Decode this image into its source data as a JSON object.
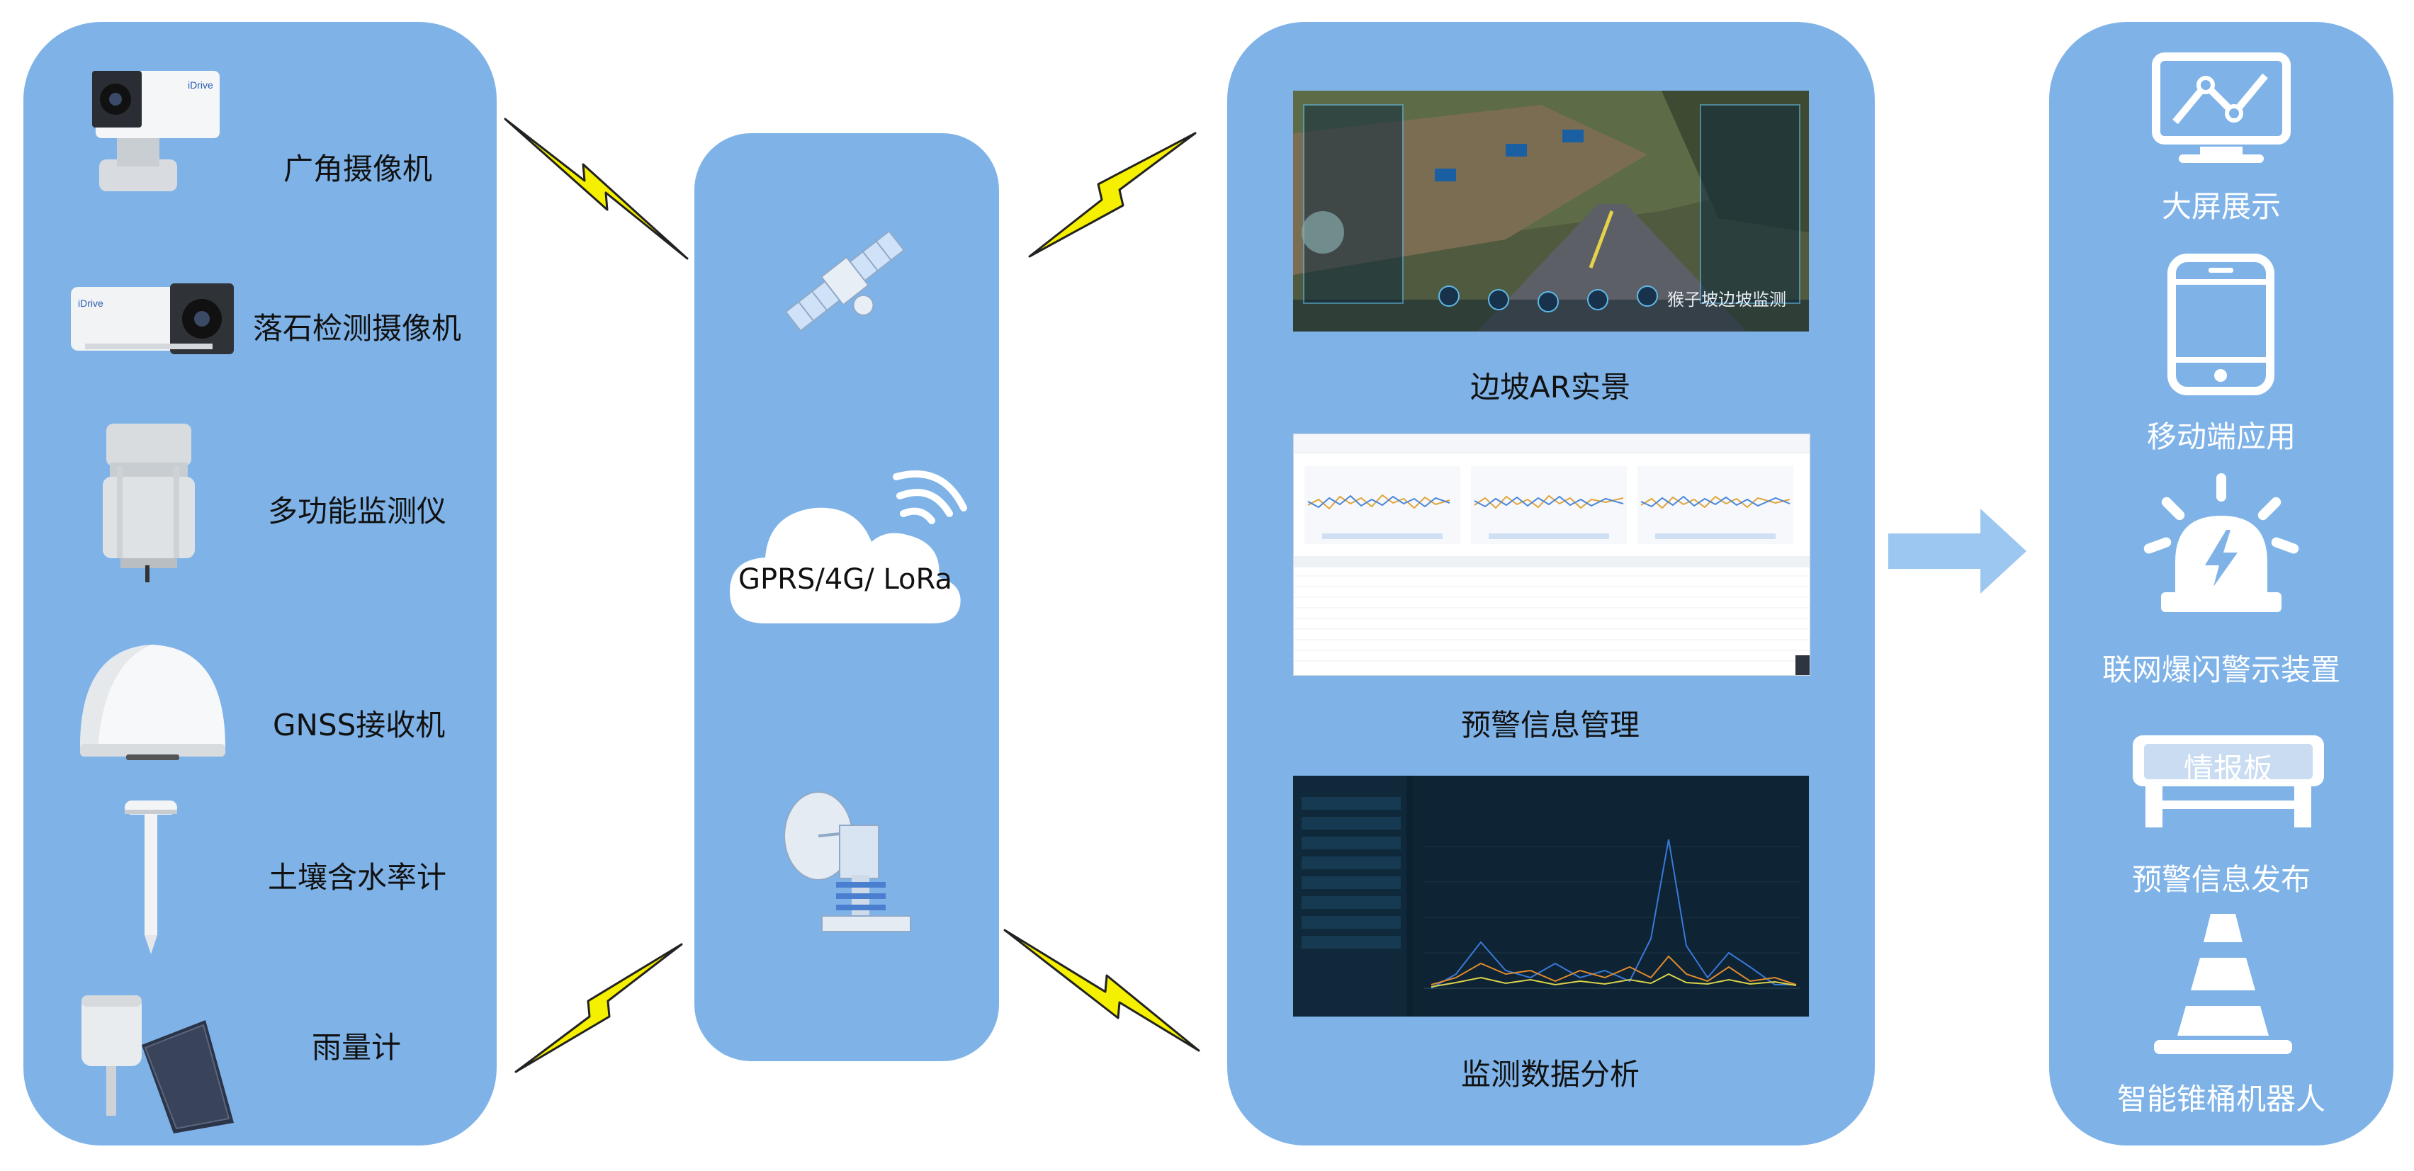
{
  "sensors": [
    {
      "icon": "wide-angle-camera-icon",
      "label": "广角摄像机"
    },
    {
      "icon": "rockfall-camera-icon",
      "label": "落石检测摄像机"
    },
    {
      "icon": "multi-function-monitor-icon",
      "label": "多功能监测仪"
    },
    {
      "icon": "gnss-receiver-icon",
      "label": "GNSS接收机"
    },
    {
      "icon": "soil-moisture-meter-icon",
      "label": "土壤含水率计"
    },
    {
      "icon": "rain-gauge-icon",
      "label": "雨量计"
    }
  ],
  "network": {
    "cloud_label": "GPRS/4G/ LoRa",
    "icons": [
      "satellite-icon",
      "cloud-wifi-icon",
      "satellite-dish-icon"
    ]
  },
  "platform": [
    {
      "screen": "ar-live-view",
      "label": "边坡AR实景",
      "overlay_text": "猴子坡边坡监测"
    },
    {
      "screen": "warning-table",
      "label": "预警信息管理"
    },
    {
      "screen": "data-line-chart",
      "label": "监测数据分析"
    }
  ],
  "outputs": [
    {
      "icon": "monitor-chart-icon",
      "label": "大屏展示"
    },
    {
      "icon": "smartphone-icon",
      "label": "移动端应用"
    },
    {
      "icon": "warning-beacon-icon",
      "label": "联网爆闪警示装置"
    },
    {
      "icon": "info-board-icon",
      "label": "预警信息发布",
      "sign_text": "情报板"
    },
    {
      "icon": "traffic-cone-icon",
      "label": "智能锥桶机器人"
    }
  ],
  "colors": {
    "panel": "#7fb3e8",
    "bolt": "#f5f000",
    "arrow": "#9cc7f0"
  }
}
